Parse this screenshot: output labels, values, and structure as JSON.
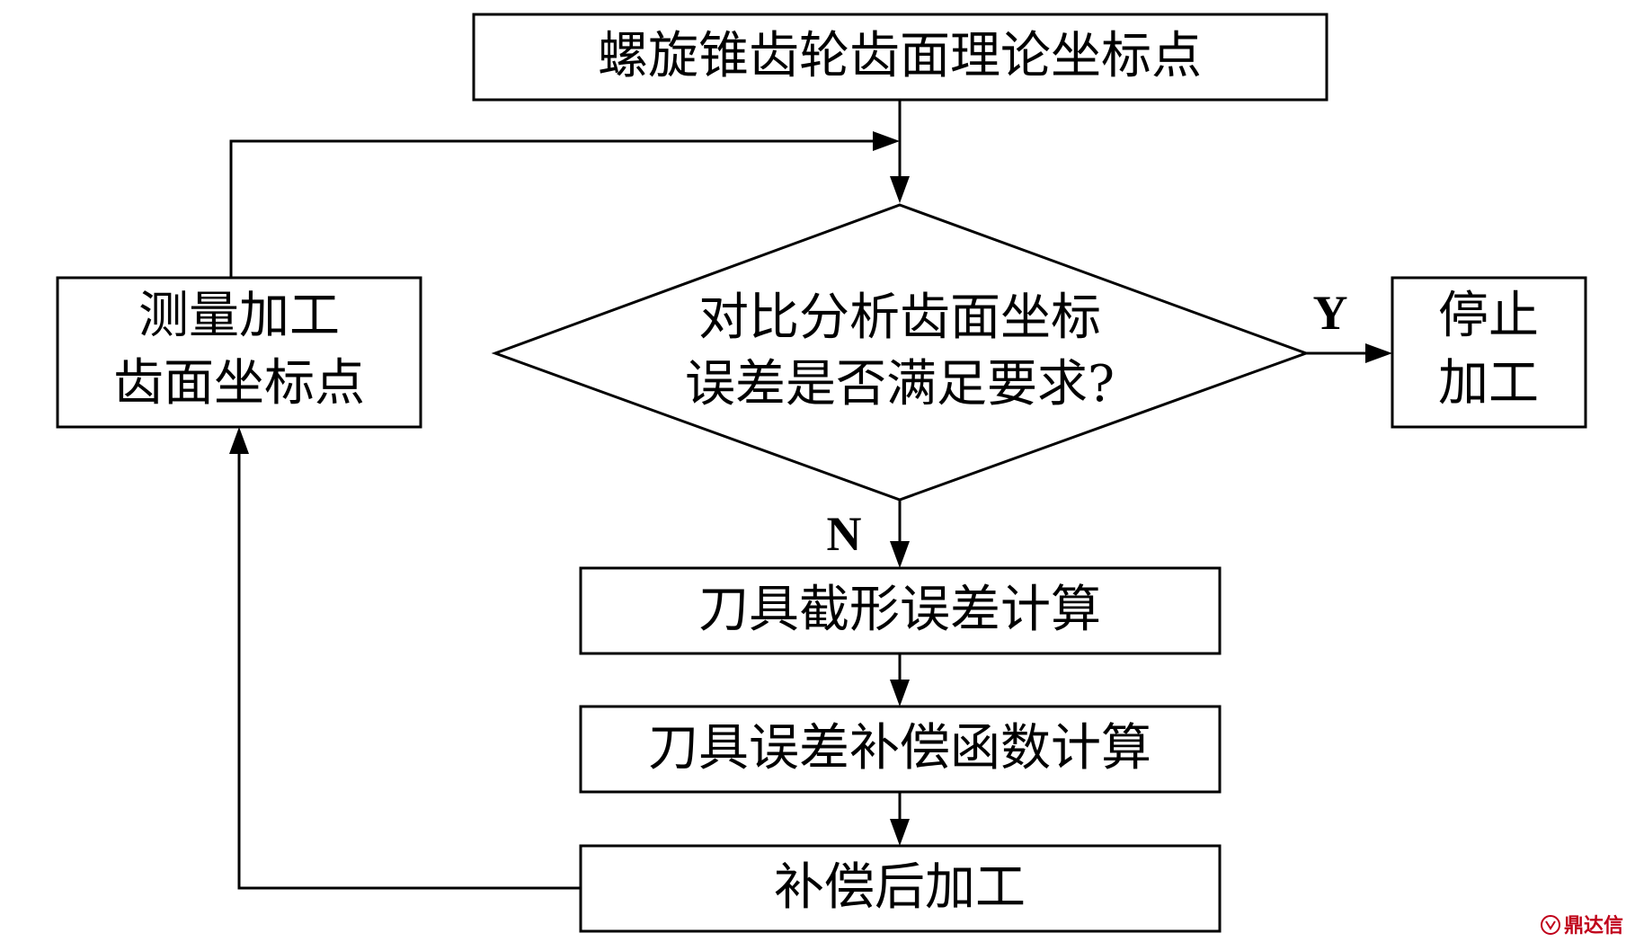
{
  "nodes": {
    "top": "螺旋锥齿轮齿面理论坐标点",
    "measure": [
      "测量加工",
      "齿面坐标点"
    ],
    "decision": [
      "对比分析齿面坐标",
      "误差是否满足要求?"
    ],
    "stop": [
      "停止",
      "加工"
    ],
    "tool_error": "刀具截形误差计算",
    "compensation": "刀具误差补偿函数计算",
    "post_machining": "补偿后加工"
  },
  "edges": {
    "yes": "Y",
    "no": "N"
  },
  "watermark": "鼎达信",
  "colors": {
    "watermark": "#c0001a",
    "stroke": "#000000"
  }
}
